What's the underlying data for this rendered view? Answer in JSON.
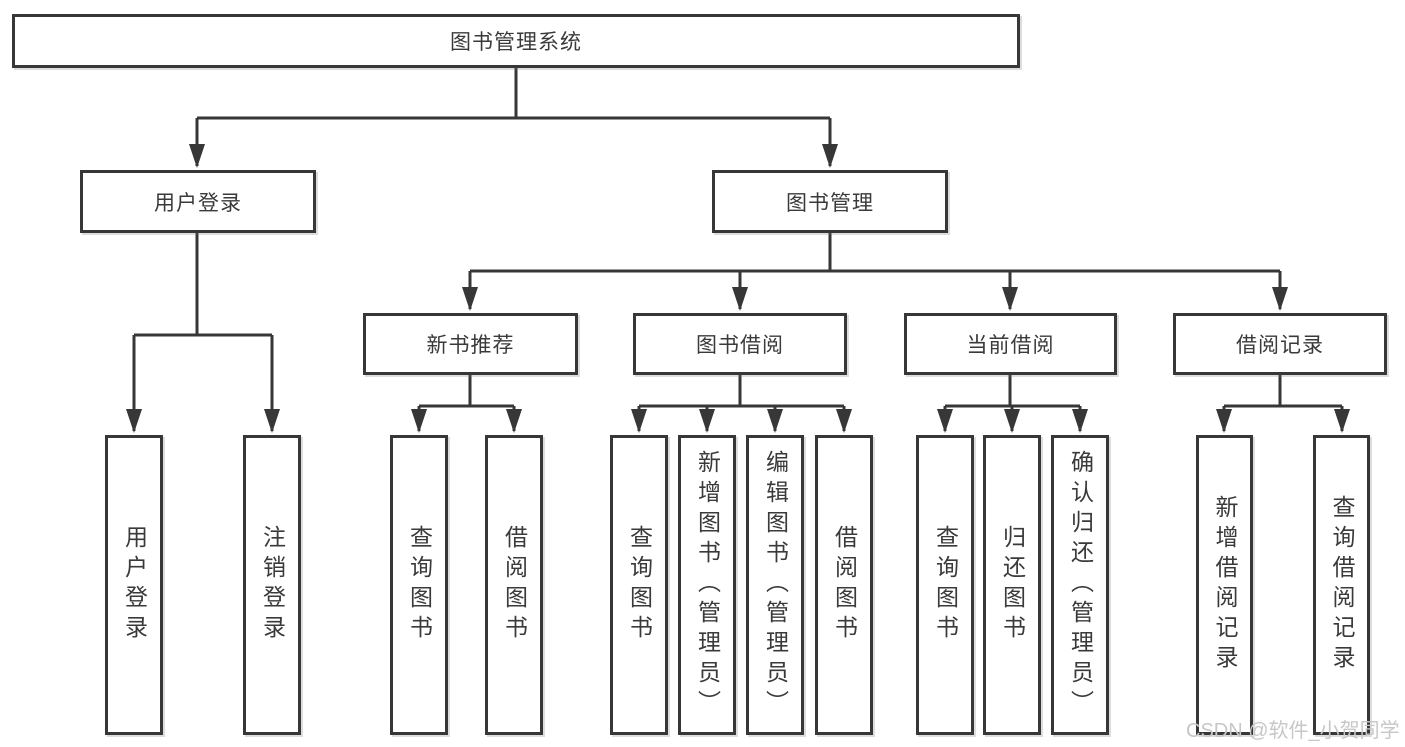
{
  "tree": {
    "root": {
      "label": "图书管理系统",
      "children": [
        {
          "label": "用户登录",
          "children": [
            {
              "label": "用户登录"
            },
            {
              "label": "注销登录"
            }
          ]
        },
        {
          "label": "图书管理",
          "children": [
            {
              "label": "新书推荐",
              "children": [
                {
                  "label": "查询图书"
                },
                {
                  "label": "借阅图书"
                }
              ]
            },
            {
              "label": "图书借阅",
              "children": [
                {
                  "label": "查询图书"
                },
                {
                  "label": "新增图书（管理员）"
                },
                {
                  "label": "编辑图书（管理员）"
                },
                {
                  "label": "借阅图书"
                }
              ]
            },
            {
              "label": "当前借阅",
              "children": [
                {
                  "label": "查询图书"
                },
                {
                  "label": "归还图书"
                },
                {
                  "label": "确认归还（管理员）"
                }
              ]
            },
            {
              "label": "借阅记录",
              "children": [
                {
                  "label": "新增借阅记录"
                },
                {
                  "label": "查询借阅记录"
                }
              ]
            }
          ]
        }
      ]
    }
  },
  "watermark": {
    "text": "CSDN @软件_小贺同学"
  },
  "colors": {
    "line": "#373737",
    "text": "#3a3a3a",
    "watermark": "#c7c7c7",
    "background": "#ffffff"
  }
}
